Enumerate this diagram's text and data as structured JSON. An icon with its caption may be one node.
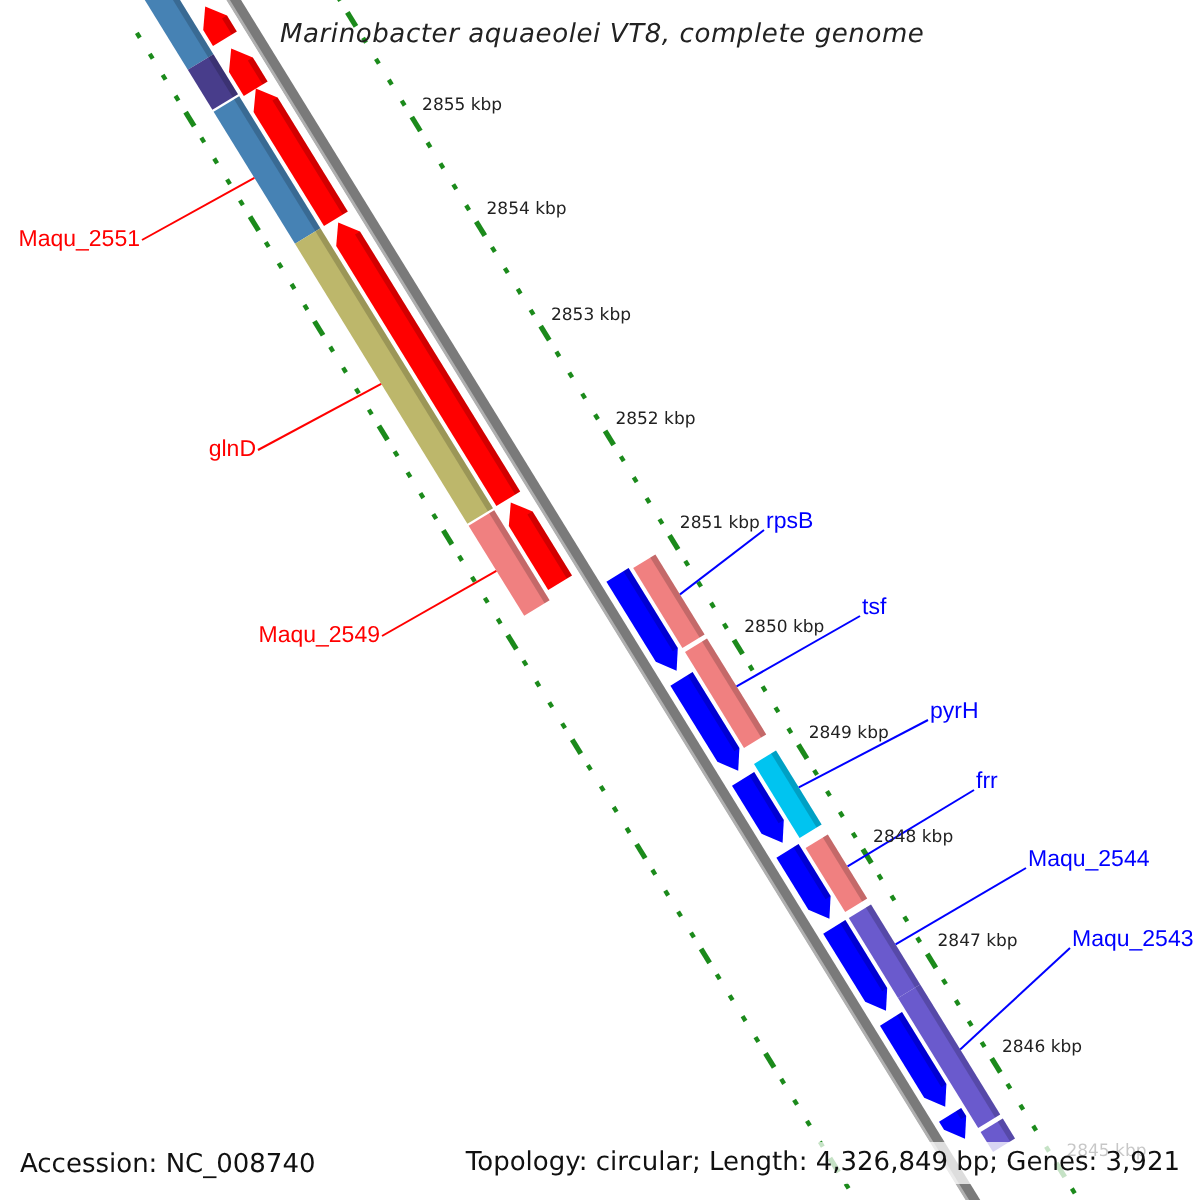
{
  "diagram": {
    "title": "Marinobacter aquaeolei VT8, complete genome",
    "nodes": [
      {
        "text": [
          "Maqu_2551"
        ]
      },
      {
        "text": [
          "glnD"
        ]
      },
      {
        "text": [
          "Maqu_2549"
        ]
      },
      {
        "text": [
          "rpsB"
        ]
      },
      {
        "text": [
          "tsf"
        ]
      },
      {
        "text": [
          "pyrH"
        ]
      },
      {
        "text": [
          "frr"
        ]
      },
      {
        "text": [
          "Maqu_2544"
        ]
      },
      {
        "text": [
          "Maqu_2543"
        ]
      },
      {
        "text": [],
        "shape": "bar"
      },
      {
        "text": [],
        "shape": "bar"
      },
      {
        "text": [],
        "shape": "bar"
      },
      {
        "text": [],
        "shape": "bar"
      },
      {
        "text": [],
        "shape": "bar"
      },
      {
        "text": [],
        "shape": "bar"
      },
      {
        "text": [],
        "shape": "bar"
      },
      {
        "text": [],
        "shape": "bar"
      },
      {
        "text": [],
        "shape": "bar"
      },
      {
        "text": [],
        "shape": "arrow"
      },
      {
        "text": [],
        "shape": "arrow"
      },
      {
        "text": [],
        "shape": "arrow"
      },
      {
        "text": [],
        "shape": "arrow"
      },
      {
        "text": [],
        "shape": "arrow"
      },
      {
        "text": [],
        "shape": "bar"
      },
      {
        "text": [],
        "shape": "bar"
      },
      {
        "text": [],
        "shape": "arrow"
      },
      {
        "text": [],
        "shape": "arrow"
      },
      {
        "text": [],
        "shape": "arrow"
      },
      {
        "text": [],
        "shape": "arrow"
      },
      {
        "text": [],
        "shape": "arrow"
      },
      {
        "text": [],
        "shape": "arrow"
      },
      {
        "text": [],
        "shape": "arrow"
      },
      {
        "text": [],
        "shape": "bar"
      }
    ],
    "edges": [
      {
        "from": 0,
        "to": 9,
        "arrow": "none",
        "color": "#ff0000"
      },
      {
        "from": 1,
        "to": 10,
        "arrow": "none",
        "color": "#ff0000"
      },
      {
        "from": 2,
        "to": 11,
        "arrow": "none",
        "color": "#ff0000"
      },
      {
        "from": 3,
        "to": 12,
        "arrow": "none"
      },
      {
        "from": 4,
        "to": 13,
        "arrow": "none"
      },
      {
        "from": 5,
        "to": 14,
        "arrow": "none"
      },
      {
        "from": 6,
        "to": 15,
        "arrow": "none"
      },
      {
        "from": 7,
        "to": 16,
        "arrow": "none"
      },
      {
        "from": 8,
        "to": 17,
        "arrow": "none"
      }
    ],
    "labels": [
      "2855 kbp",
      "2854 kbp",
      "2853 kbp",
      "2852 kbp",
      "2851 kbp",
      "2850 kbp",
      "2849 kbp",
      "2848 kbp",
      "2847 kbp",
      "2846 kbp",
      "2845 kbp",
      "Accession: NC_008740",
      "Topology: circular; Length: 4,326,849 bp; Genes: 3,921"
    ]
  }
}
